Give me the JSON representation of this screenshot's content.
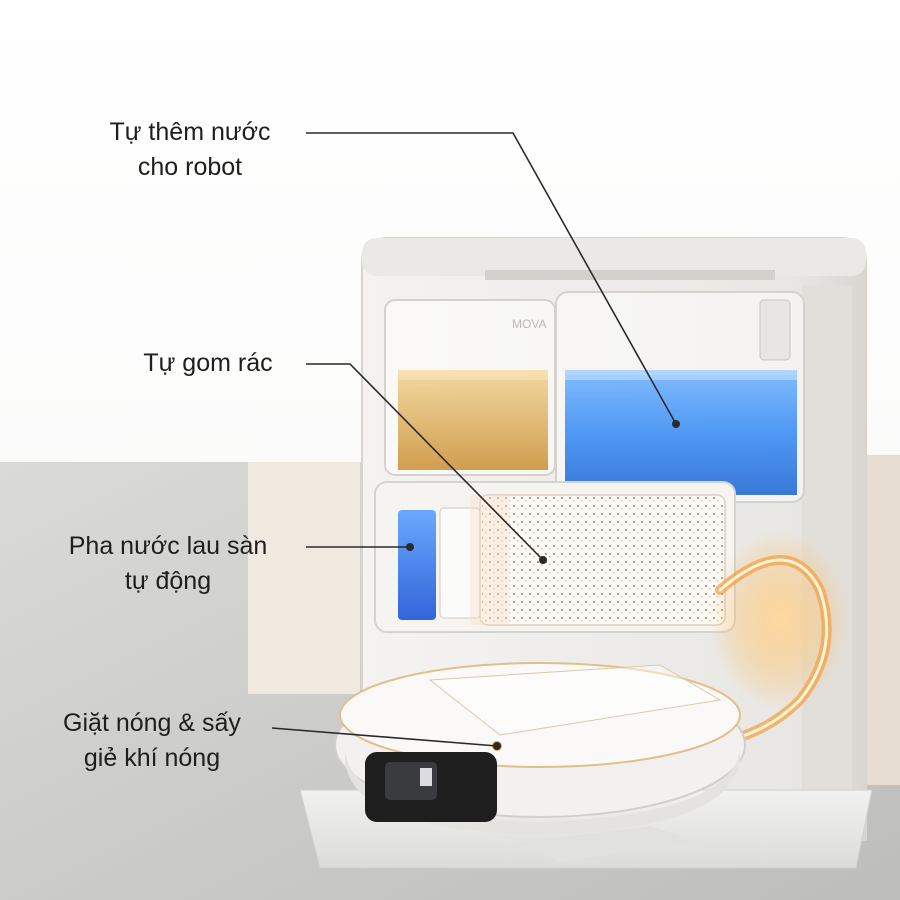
{
  "product": {
    "brand_mark": "MOVA"
  },
  "callouts": {
    "water_refill": {
      "line1": "Tự thêm nước",
      "line2": "cho robot"
    },
    "dust_collect": {
      "line1": "Tự gom rác"
    },
    "auto_mix": {
      "line1": "Pha nước lau sàn",
      "line2": "tự động"
    },
    "hot_wash_dry": {
      "line1": "Giặt nóng & sấy",
      "line2": "giẻ khí nóng"
    }
  },
  "colors": {
    "clean_water": "#3f8ff2",
    "detergent": "#d9a24a",
    "hot_air": "#f0a040",
    "station_body": "#eeecea"
  }
}
